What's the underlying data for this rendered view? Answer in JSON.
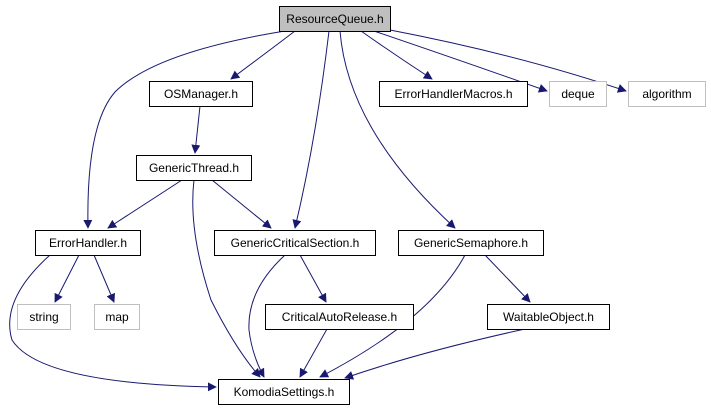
{
  "colors": {
    "edge": "#191970",
    "node_border": "#000000",
    "external_border": "#bfbfbf",
    "root_fill": "#bfbfbf",
    "node_fill": "#ffffff"
  },
  "nodes": [
    {
      "id": "resourcequeue",
      "label": "ResourceQueue.h",
      "kind": "root"
    },
    {
      "id": "osmanager",
      "label": "OSManager.h",
      "kind": "file"
    },
    {
      "id": "errorhandlermacros",
      "label": "ErrorHandlerMacros.h",
      "kind": "file"
    },
    {
      "id": "deque",
      "label": "deque",
      "kind": "external"
    },
    {
      "id": "algorithm",
      "label": "algorithm",
      "kind": "external"
    },
    {
      "id": "genericthread",
      "label": "GenericThread.h",
      "kind": "file"
    },
    {
      "id": "errorhandler",
      "label": "ErrorHandler.h",
      "kind": "file"
    },
    {
      "id": "genericcriticalsection",
      "label": "GenericCriticalSection.h",
      "kind": "file"
    },
    {
      "id": "genericsemaphore",
      "label": "GenericSemaphore.h",
      "kind": "file"
    },
    {
      "id": "string",
      "label": "string",
      "kind": "external"
    },
    {
      "id": "map",
      "label": "map",
      "kind": "external"
    },
    {
      "id": "criticalautorelease",
      "label": "CriticalAutoRelease.h",
      "kind": "file"
    },
    {
      "id": "waitableobject",
      "label": "WaitableObject.h",
      "kind": "file"
    },
    {
      "id": "komodiasettings",
      "label": "KomodiaSettings.h",
      "kind": "file"
    }
  ],
  "edges": [
    {
      "from": "resourcequeue",
      "to": "osmanager"
    },
    {
      "from": "resourcequeue",
      "to": "errorhandler"
    },
    {
      "from": "resourcequeue",
      "to": "genericcriticalsection"
    },
    {
      "from": "resourcequeue",
      "to": "genericsemaphore"
    },
    {
      "from": "resourcequeue",
      "to": "errorhandlermacros"
    },
    {
      "from": "resourcequeue",
      "to": "deque"
    },
    {
      "from": "resourcequeue",
      "to": "algorithm"
    },
    {
      "from": "osmanager",
      "to": "genericthread"
    },
    {
      "from": "genericthread",
      "to": "errorhandler"
    },
    {
      "from": "genericthread",
      "to": "genericcriticalsection"
    },
    {
      "from": "genericthread",
      "to": "komodiasettings"
    },
    {
      "from": "errorhandler",
      "to": "string"
    },
    {
      "from": "errorhandler",
      "to": "map"
    },
    {
      "from": "errorhandler",
      "to": "komodiasettings"
    },
    {
      "from": "genericcriticalsection",
      "to": "criticalautorelease"
    },
    {
      "from": "genericcriticalsection",
      "to": "komodiasettings"
    },
    {
      "from": "criticalautorelease",
      "to": "komodiasettings"
    },
    {
      "from": "genericsemaphore",
      "to": "waitableobject"
    },
    {
      "from": "genericsemaphore",
      "to": "komodiasettings"
    },
    {
      "from": "waitableobject",
      "to": "komodiasettings"
    }
  ]
}
